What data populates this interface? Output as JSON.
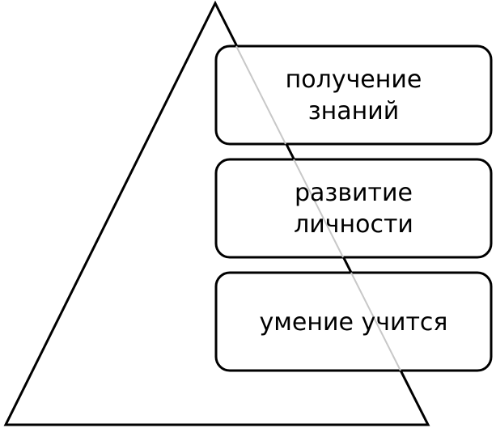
{
  "diagram": {
    "boxes": [
      {
        "lines": [
          "получение",
          "знаний"
        ]
      },
      {
        "lines": [
          "развитие",
          "личности"
        ]
      },
      {
        "lines": [
          "умение учится"
        ]
      }
    ]
  },
  "colors": {
    "stroke": "#000000",
    "background": "#ffffff",
    "overlap_line": "#c8c8c8"
  }
}
